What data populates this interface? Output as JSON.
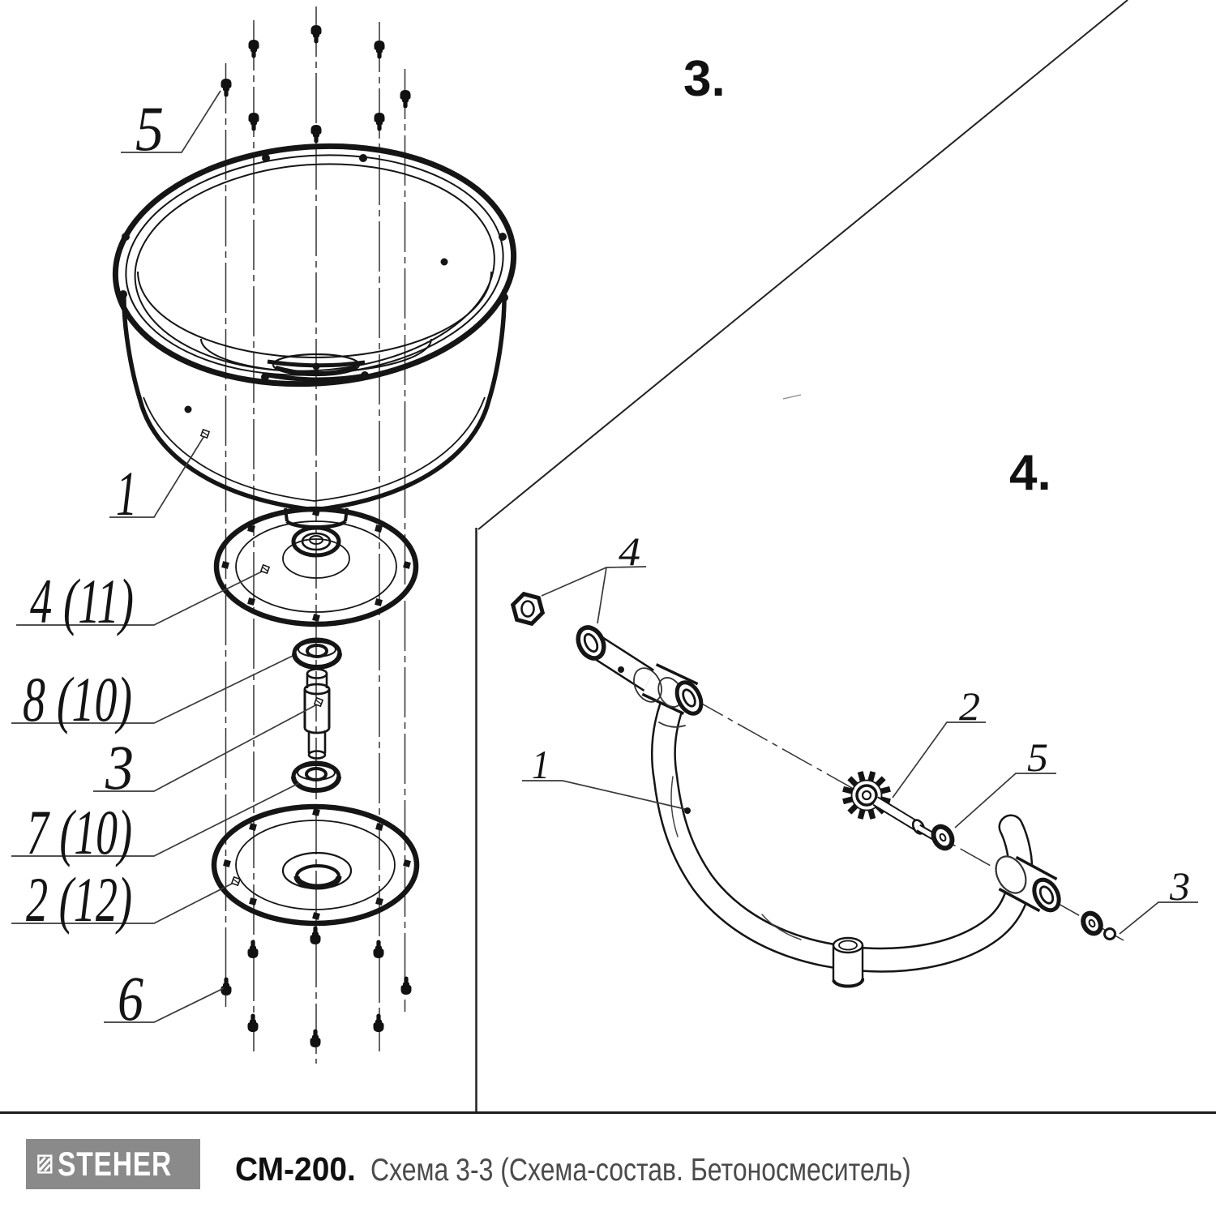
{
  "sections": {
    "left_heading": "3.",
    "right_heading": "4."
  },
  "labels": {
    "left": [
      {
        "id": "bolts-top",
        "text": "5"
      },
      {
        "id": "drum",
        "text": "1"
      },
      {
        "id": "flange-upper",
        "text": "4 (11)"
      },
      {
        "id": "bearing-upper",
        "text": "8 (10)"
      },
      {
        "id": "shaft",
        "text": "3"
      },
      {
        "id": "bearing-lower",
        "text": "7 (10)"
      },
      {
        "id": "flange-lower",
        "text": "2 (12)"
      },
      {
        "id": "bolts-bottom",
        "text": "6"
      }
    ],
    "right": [
      {
        "id": "nut",
        "text": "4"
      },
      {
        "id": "frame",
        "text": "1"
      },
      {
        "id": "gear",
        "text": "2"
      },
      {
        "id": "washer",
        "text": "5"
      },
      {
        "id": "rings",
        "text": "3"
      }
    ]
  },
  "footer": {
    "brand": "STEHER",
    "model": "СМ-200.",
    "caption": "Схема 3-3 (Схема-состав. Бетоносмеситель)"
  }
}
